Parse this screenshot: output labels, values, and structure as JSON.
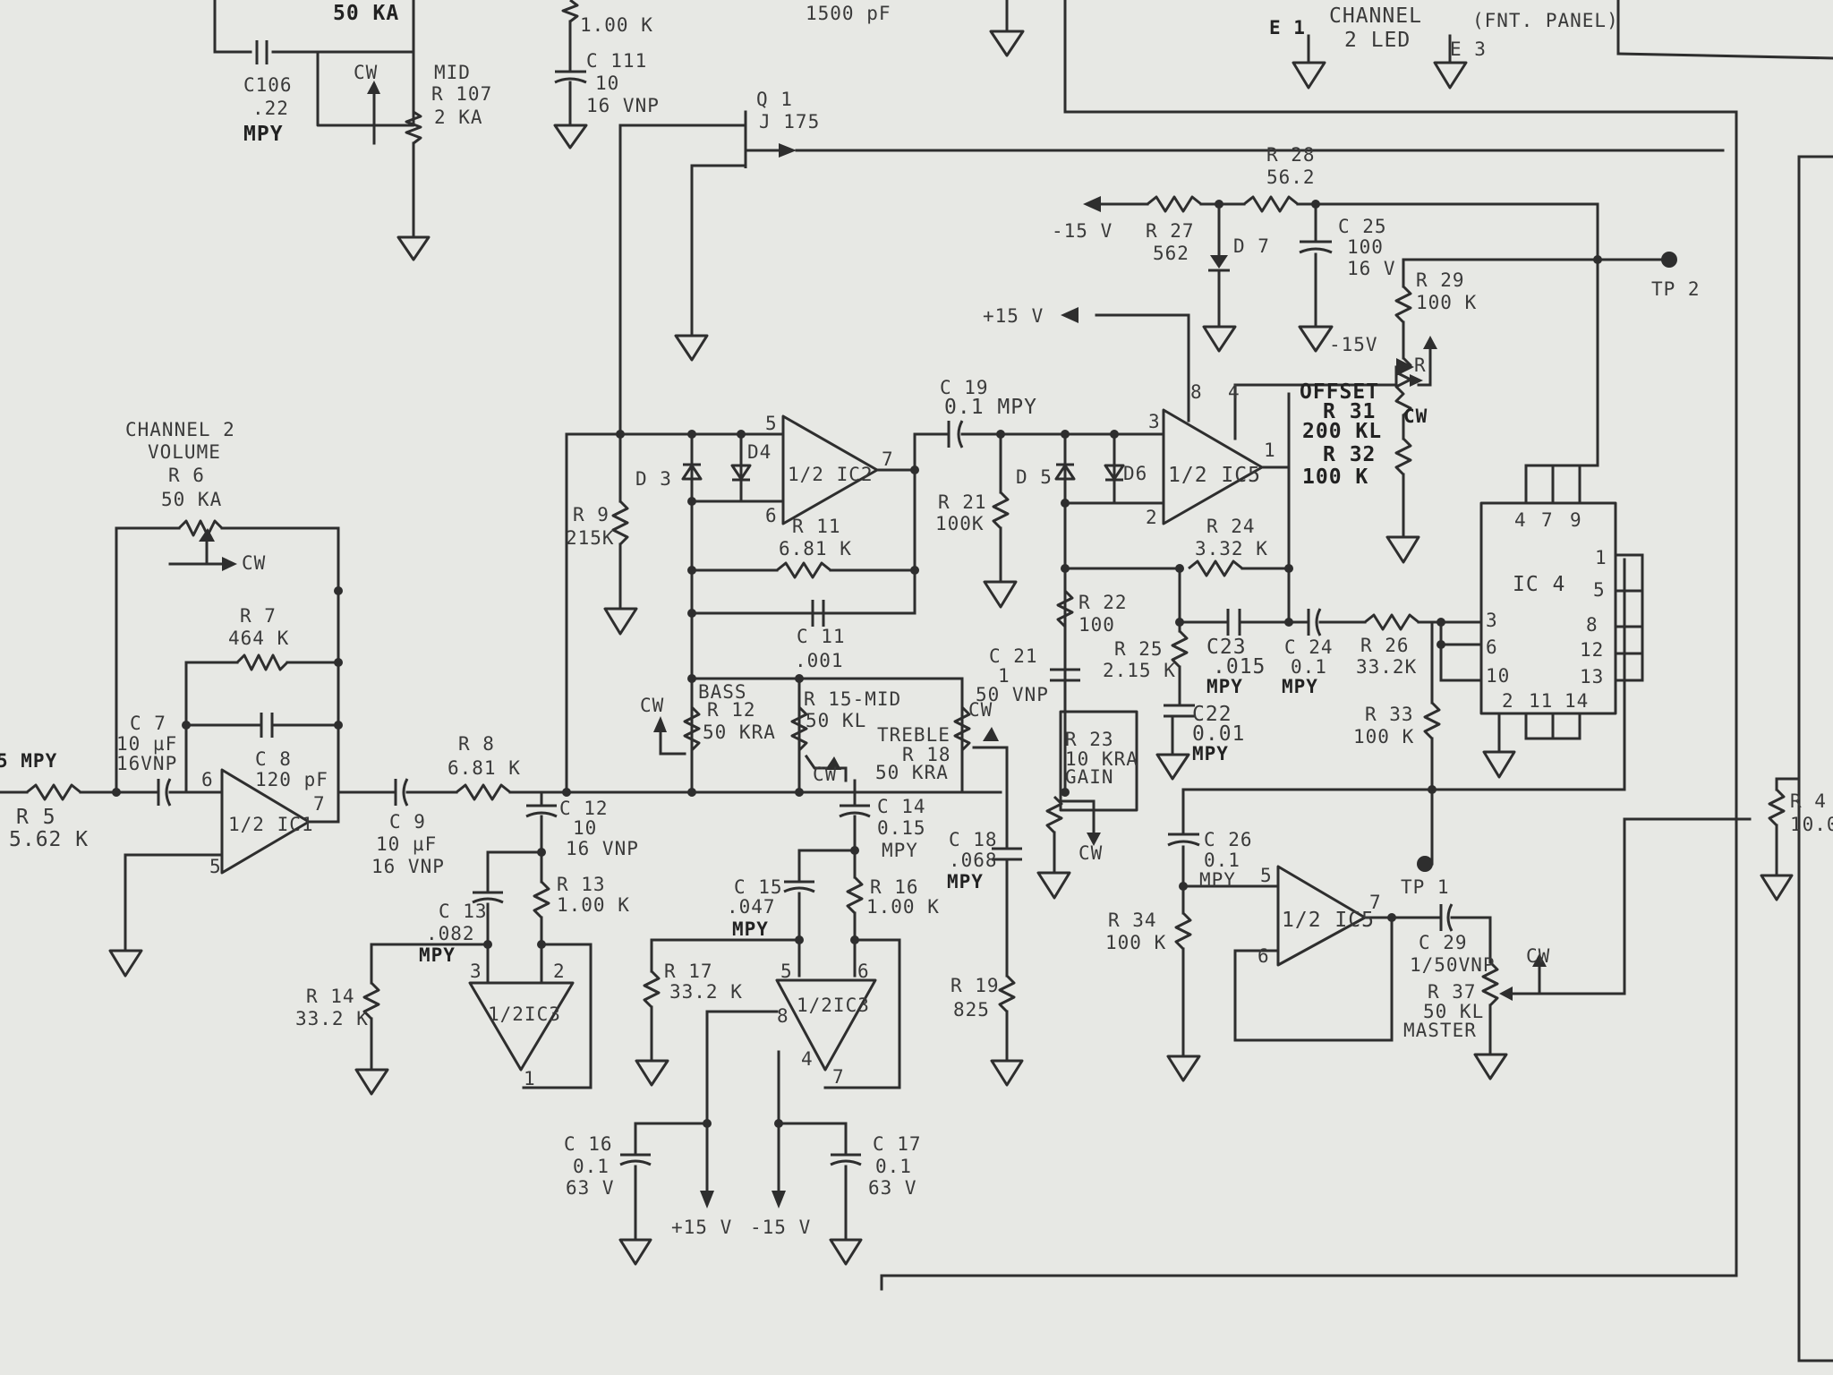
{
  "labels": {
    "r5": [
      "R 5",
      "5.62 K"
    ],
    "mpy_left": "5 MPY",
    "ch2_volume": [
      "CHANNEL 2",
      "VOLUME",
      "R 6",
      "50 KA"
    ],
    "r6_cw": "CW",
    "r7": [
      "R 7",
      "464 K"
    ],
    "c7": [
      "C 7",
      "10 µF",
      "16VNP"
    ],
    "c8": [
      "C 8",
      "120 pF"
    ],
    "ic1": "1/2 IC1",
    "ic1_pins": [
      "6",
      "7",
      "5"
    ],
    "c9": [
      "C 9",
      "10 µF",
      "16 VNP"
    ],
    "r8": [
      "R 8",
      "6.81 K"
    ],
    "c12": [
      "C 12",
      "10",
      "16 VNP"
    ],
    "r13": [
      "R 13",
      "1.00 K"
    ],
    "c13": [
      "C 13",
      ".082",
      "MPY"
    ],
    "r14": [
      "R 14",
      "33.2 K"
    ],
    "ic3a": "1/2IC3",
    "ic3a_pins": [
      "3",
      "2",
      "1"
    ],
    "r9": [
      "R 9",
      "215K"
    ],
    "d3": "D 3",
    "d4": "D4",
    "ic2": "1/2 IC2",
    "ic2_pins": [
      "5",
      "6",
      "7"
    ],
    "r11": [
      "R 11",
      "6.81 K"
    ],
    "c11": [
      "C 11",
      ".001"
    ],
    "bass": [
      "BASS",
      "R 12",
      "50 KRA"
    ],
    "mid": [
      "R 15-MID",
      "50 KL"
    ],
    "treble": [
      "TREBLE",
      "R 18",
      "50 KRA"
    ],
    "cw": "CW",
    "c14": [
      "C 14",
      "0.15",
      "MPY"
    ],
    "c15": [
      "C 15",
      ".047",
      "MPY"
    ],
    "r16": [
      "R 16",
      "1.00 K"
    ],
    "r17": [
      "R 17",
      "33.2 K"
    ],
    "ic3b": "1/2IC3",
    "ic3b_pins": [
      "5",
      "6",
      "8",
      "4",
      "7"
    ],
    "c16": [
      "C 16",
      "0.1",
      "63 V"
    ],
    "c17": [
      "C 17",
      "0.1",
      "63 V"
    ],
    "supplies": [
      "+15 V",
      "-15 V"
    ],
    "c18": [
      "C 18",
      ".068",
      "MPY"
    ],
    "r19": [
      "R 19",
      "825"
    ],
    "c19": [
      "C 19",
      "0.1 MPY"
    ],
    "r21": [
      "R 21",
      "100K"
    ],
    "d5": "D 5",
    "d6": "D6",
    "ic5a": "1/2 IC5",
    "ic5a_pins": [
      "3",
      "2",
      "8",
      "4",
      "1"
    ],
    "r22": [
      "R 22",
      "100"
    ],
    "c21": [
      "C 21",
      "1",
      "50 VNP"
    ],
    "r23": [
      "R 23",
      "10 KRA",
      "GAIN"
    ],
    "r24": [
      "R 24",
      "3.32 K"
    ],
    "r25": [
      "R 25",
      "2.15 K"
    ],
    "c23": [
      "C23",
      ".015",
      "MPY"
    ],
    "c22": [
      "C22",
      "0.01",
      "MPY"
    ],
    "c24": [
      "C 24",
      "0.1",
      "MPY"
    ],
    "r26": [
      "R 26",
      "33.2K"
    ],
    "ic4": "IC 4",
    "ic4_pins": [
      "4",
      "7",
      "9",
      "1",
      "5",
      "8",
      "12",
      "13",
      "3",
      "6",
      "10",
      "2",
      "11",
      "14"
    ],
    "r28": [
      "R 28",
      "56.2"
    ],
    "r27": [
      "-15 V",
      "R 27",
      "562"
    ],
    "d7": "D 7",
    "c25": [
      "C 25",
      "100",
      "16 V"
    ],
    "plus15": "+15 V",
    "minus15": "-15V",
    "r29": [
      "R 29",
      "100 K"
    ],
    "tp2": "TP 2",
    "offset": [
      "OFFSET",
      "R 31",
      "200 KL",
      "R 32",
      "100 K"
    ],
    "cwx": "CW",
    "r_small": "R",
    "r33": [
      "R 33",
      "100 K"
    ],
    "c26": [
      "C 26",
      "0.1",
      "MPY"
    ],
    "r34": [
      "R 34",
      "100 K"
    ],
    "ic5b": "1/2 IC5",
    "ic5b_pins": [
      "5",
      "6",
      "7"
    ],
    "tp1": "TP 1",
    "c29": [
      "C 29",
      "1/50VNP"
    ],
    "master": [
      "CW",
      "R 37",
      "50 KL",
      "MASTER"
    ],
    "q1": [
      "Q 1",
      "J 175"
    ],
    "top": {
      "r_top": "50 KA",
      "c106": [
        "C106",
        ".22",
        "MPY"
      ],
      "r107": [
        "MID",
        "R 107",
        "2 KA"
      ],
      "r109": "1.00 K",
      "c111": [
        "C 111",
        "10",
        "16 VNP"
      ],
      "cap_top": "1500 pF",
      "channel_led": [
        "CHANNEL",
        "2 LED"
      ],
      "switch": "(FNT. PANEL)",
      "e1": "E 1",
      "e3": "E 3"
    },
    "r4_right": [
      "R 4",
      "10.0"
    ]
  }
}
